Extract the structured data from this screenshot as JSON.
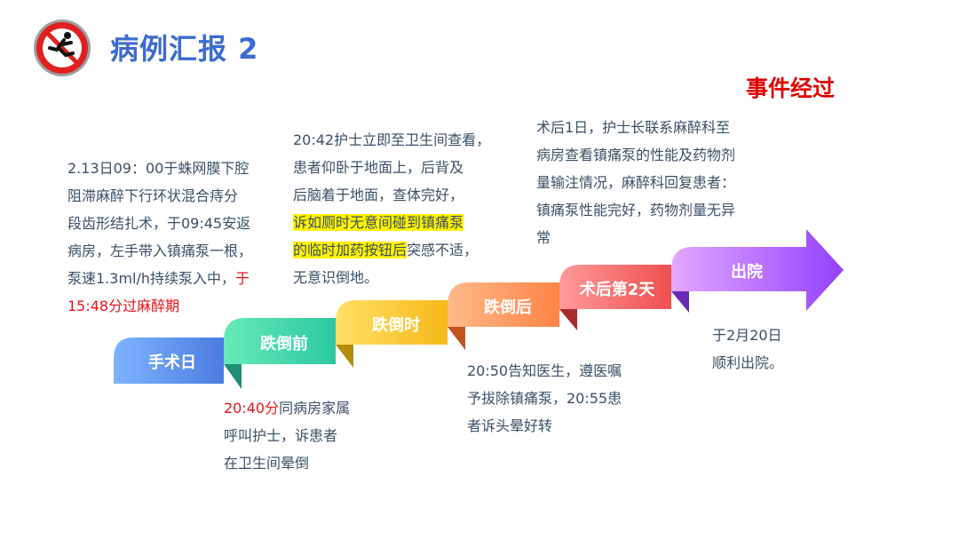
{
  "header": {
    "logo_icon": "no-slipping-sign-icon",
    "title": "病例汇报 2",
    "section_title": "事件经过"
  },
  "colors": {
    "title": "#3d6bcf",
    "accent_red": "#e00000",
    "highlight": "#fff200",
    "text": "#3b4f66"
  },
  "timeline": {
    "steps": [
      {
        "label": "手术日",
        "color_from": "#6fa8ff",
        "color_to": "#4a7de0"
      },
      {
        "label": "跌倒前",
        "color_from": "#5ee6b0",
        "color_to": "#2cc8a0"
      },
      {
        "label": "跌倒时",
        "color_from": "#ffe066",
        "color_to": "#f7c21c"
      },
      {
        "label": "跌倒后",
        "color_from": "#ffb27a",
        "color_to": "#ff8a4c"
      },
      {
        "label": "术后第2天",
        "color_from": "#ff8a8a",
        "color_to": "#f25555"
      },
      {
        "label": "出院",
        "color_from": "#d89cff",
        "color_to": "#9b4dff"
      }
    ]
  },
  "descriptions": {
    "surgery_day": {
      "lines": [
        "2.13日09：00于蛛网膜下腔",
        "阻滞麻醉下行环状混合痔分",
        "段齿形结扎术，于09:45安返",
        "病房，左手带入镇痛泵一根，"
      ],
      "last_pre": "泵速1.3ml/h持续泵入中，",
      "last_red": "于",
      "red_line": "15:48分过麻醉期"
    },
    "before_fall": {
      "red": "20:40分",
      "first_rest": "同病房家属",
      "lines": [
        "呼叫护士，诉患者",
        "在卫生间晕倒"
      ]
    },
    "during_fall": {
      "lines": [
        "20:42护士立即至卫生间查看，",
        "患者仰卧于地面上，后背及",
        "后脑着于地面，查体完好，"
      ],
      "highlight1": "诉如厕时无意间碰到镇痛泵",
      "highlight2": "的临时加药按钮后",
      "after_highlight": "突感不适，",
      "last": "无意识倒地。"
    },
    "after_fall": {
      "lines": [
        "20:50告知医生，遵医嘱",
        "予拔除镇痛泵，20:55患",
        "者诉头晕好转"
      ]
    },
    "post_op_day2": {
      "lines": [
        "术后1日，护士长联系麻醉科至",
        "病房查看镇痛泵的性能及药物剂",
        "量输注情况，麻醉科回复患者：",
        "镇痛泵性能完好，药物剂量无异",
        "常"
      ]
    },
    "discharge": {
      "lines": [
        "于2月20日",
        "顺利出院。"
      ]
    }
  }
}
